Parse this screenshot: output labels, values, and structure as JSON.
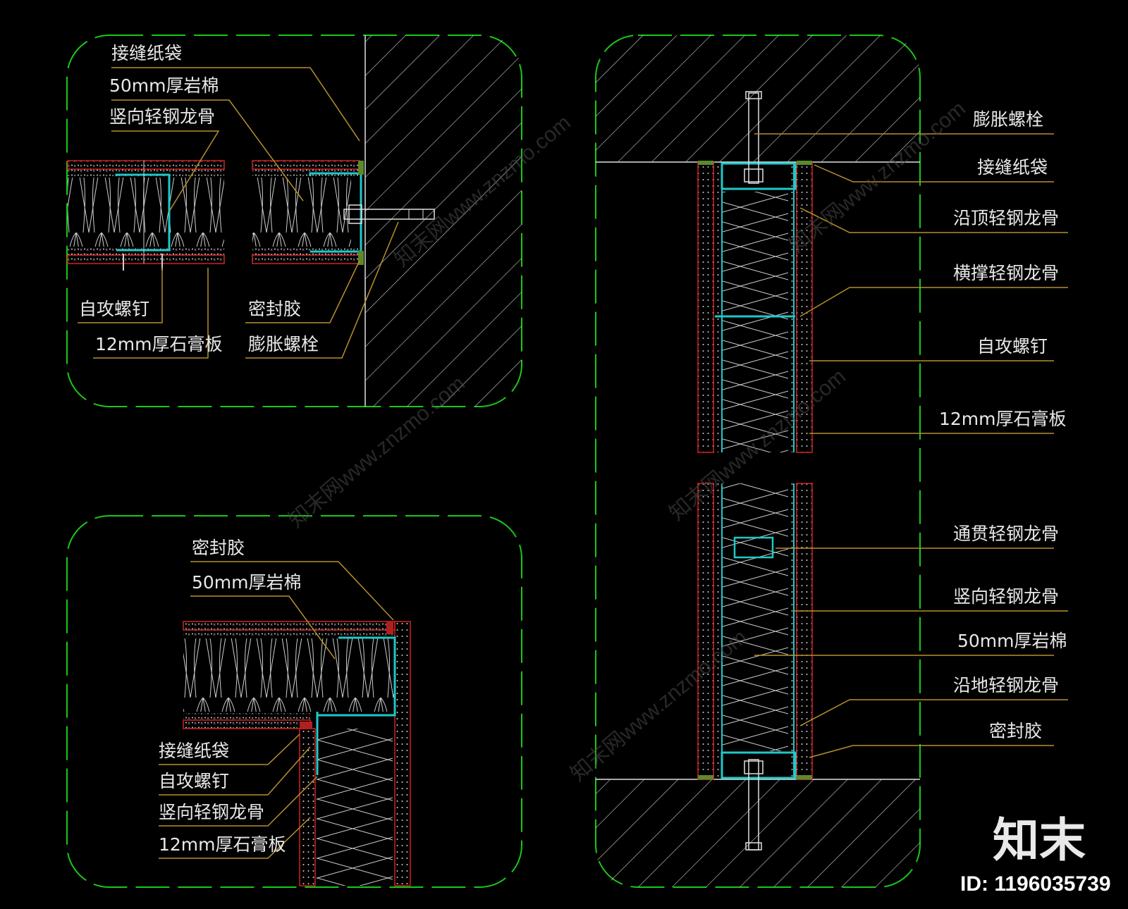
{
  "colors": {
    "background": "#000000",
    "frame": "#18c818",
    "leader": "#b8902c",
    "board": "#d22020",
    "stud": "#20c8c8",
    "hatch": "#cfcfcf",
    "text": "#e8e8e8"
  },
  "detail_top_left": {
    "labels": [
      "接缝纸袋",
      "50mm厚岩棉",
      "竖向轻钢龙骨",
      "自攻螺钉",
      "12mm厚石膏板",
      "密封胶",
      "膨胀螺栓"
    ]
  },
  "detail_bottom_left": {
    "labels": [
      "密封胶",
      "50mm厚岩棉",
      "接缝纸袋",
      "自攻螺钉",
      "竖向轻钢龙骨",
      "12mm厚石膏板"
    ]
  },
  "detail_right": {
    "labels": [
      "膨胀螺栓",
      "接缝纸袋",
      "沿顶轻钢龙骨",
      "横撑轻钢龙骨",
      "自攻螺钉",
      "12mm厚石膏板",
      "通贯轻钢龙骨",
      "竖向轻钢龙骨",
      "50mm厚岩棉",
      "沿地轻钢龙骨",
      "密封胶"
    ]
  },
  "watermark": {
    "text": "知末网www.znzmo.com"
  },
  "brand": {
    "logo_text": "知末",
    "id_text": "ID: 1196035739"
  }
}
